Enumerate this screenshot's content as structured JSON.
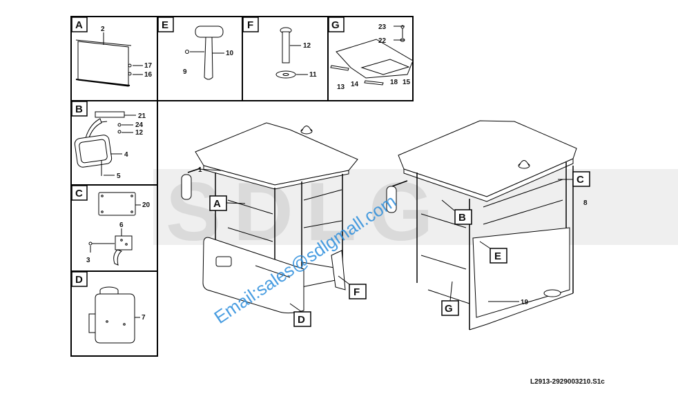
{
  "panels": [
    {
      "letter": "A",
      "callouts": [
        "2",
        "17",
        "16"
      ]
    },
    {
      "letter": "E",
      "callouts": [
        "10",
        "9"
      ]
    },
    {
      "letter": "F",
      "callouts": [
        "12",
        "11"
      ]
    },
    {
      "letter": "G",
      "callouts": [
        "23",
        "22",
        "13",
        "14",
        "18",
        "15"
      ]
    },
    {
      "letter": "B",
      "callouts": [
        "21",
        "24",
        "12",
        "4",
        "5"
      ]
    },
    {
      "letter": "C",
      "callouts": [
        "20",
        "6",
        "3"
      ]
    },
    {
      "letter": "D",
      "callouts": [
        "7"
      ]
    }
  ],
  "left_cab": {
    "callouts": [
      "1"
    ],
    "tags": [
      "A",
      "D",
      "F"
    ]
  },
  "right_cab": {
    "callouts": [
      "8",
      "19"
    ],
    "tags": [
      "B",
      "C",
      "E",
      "G"
    ]
  },
  "watermark": {
    "logo": "SDLG",
    "email": "Email:sales@sdlgmall.com"
  },
  "reference": "L2913-2929003210.S1c"
}
